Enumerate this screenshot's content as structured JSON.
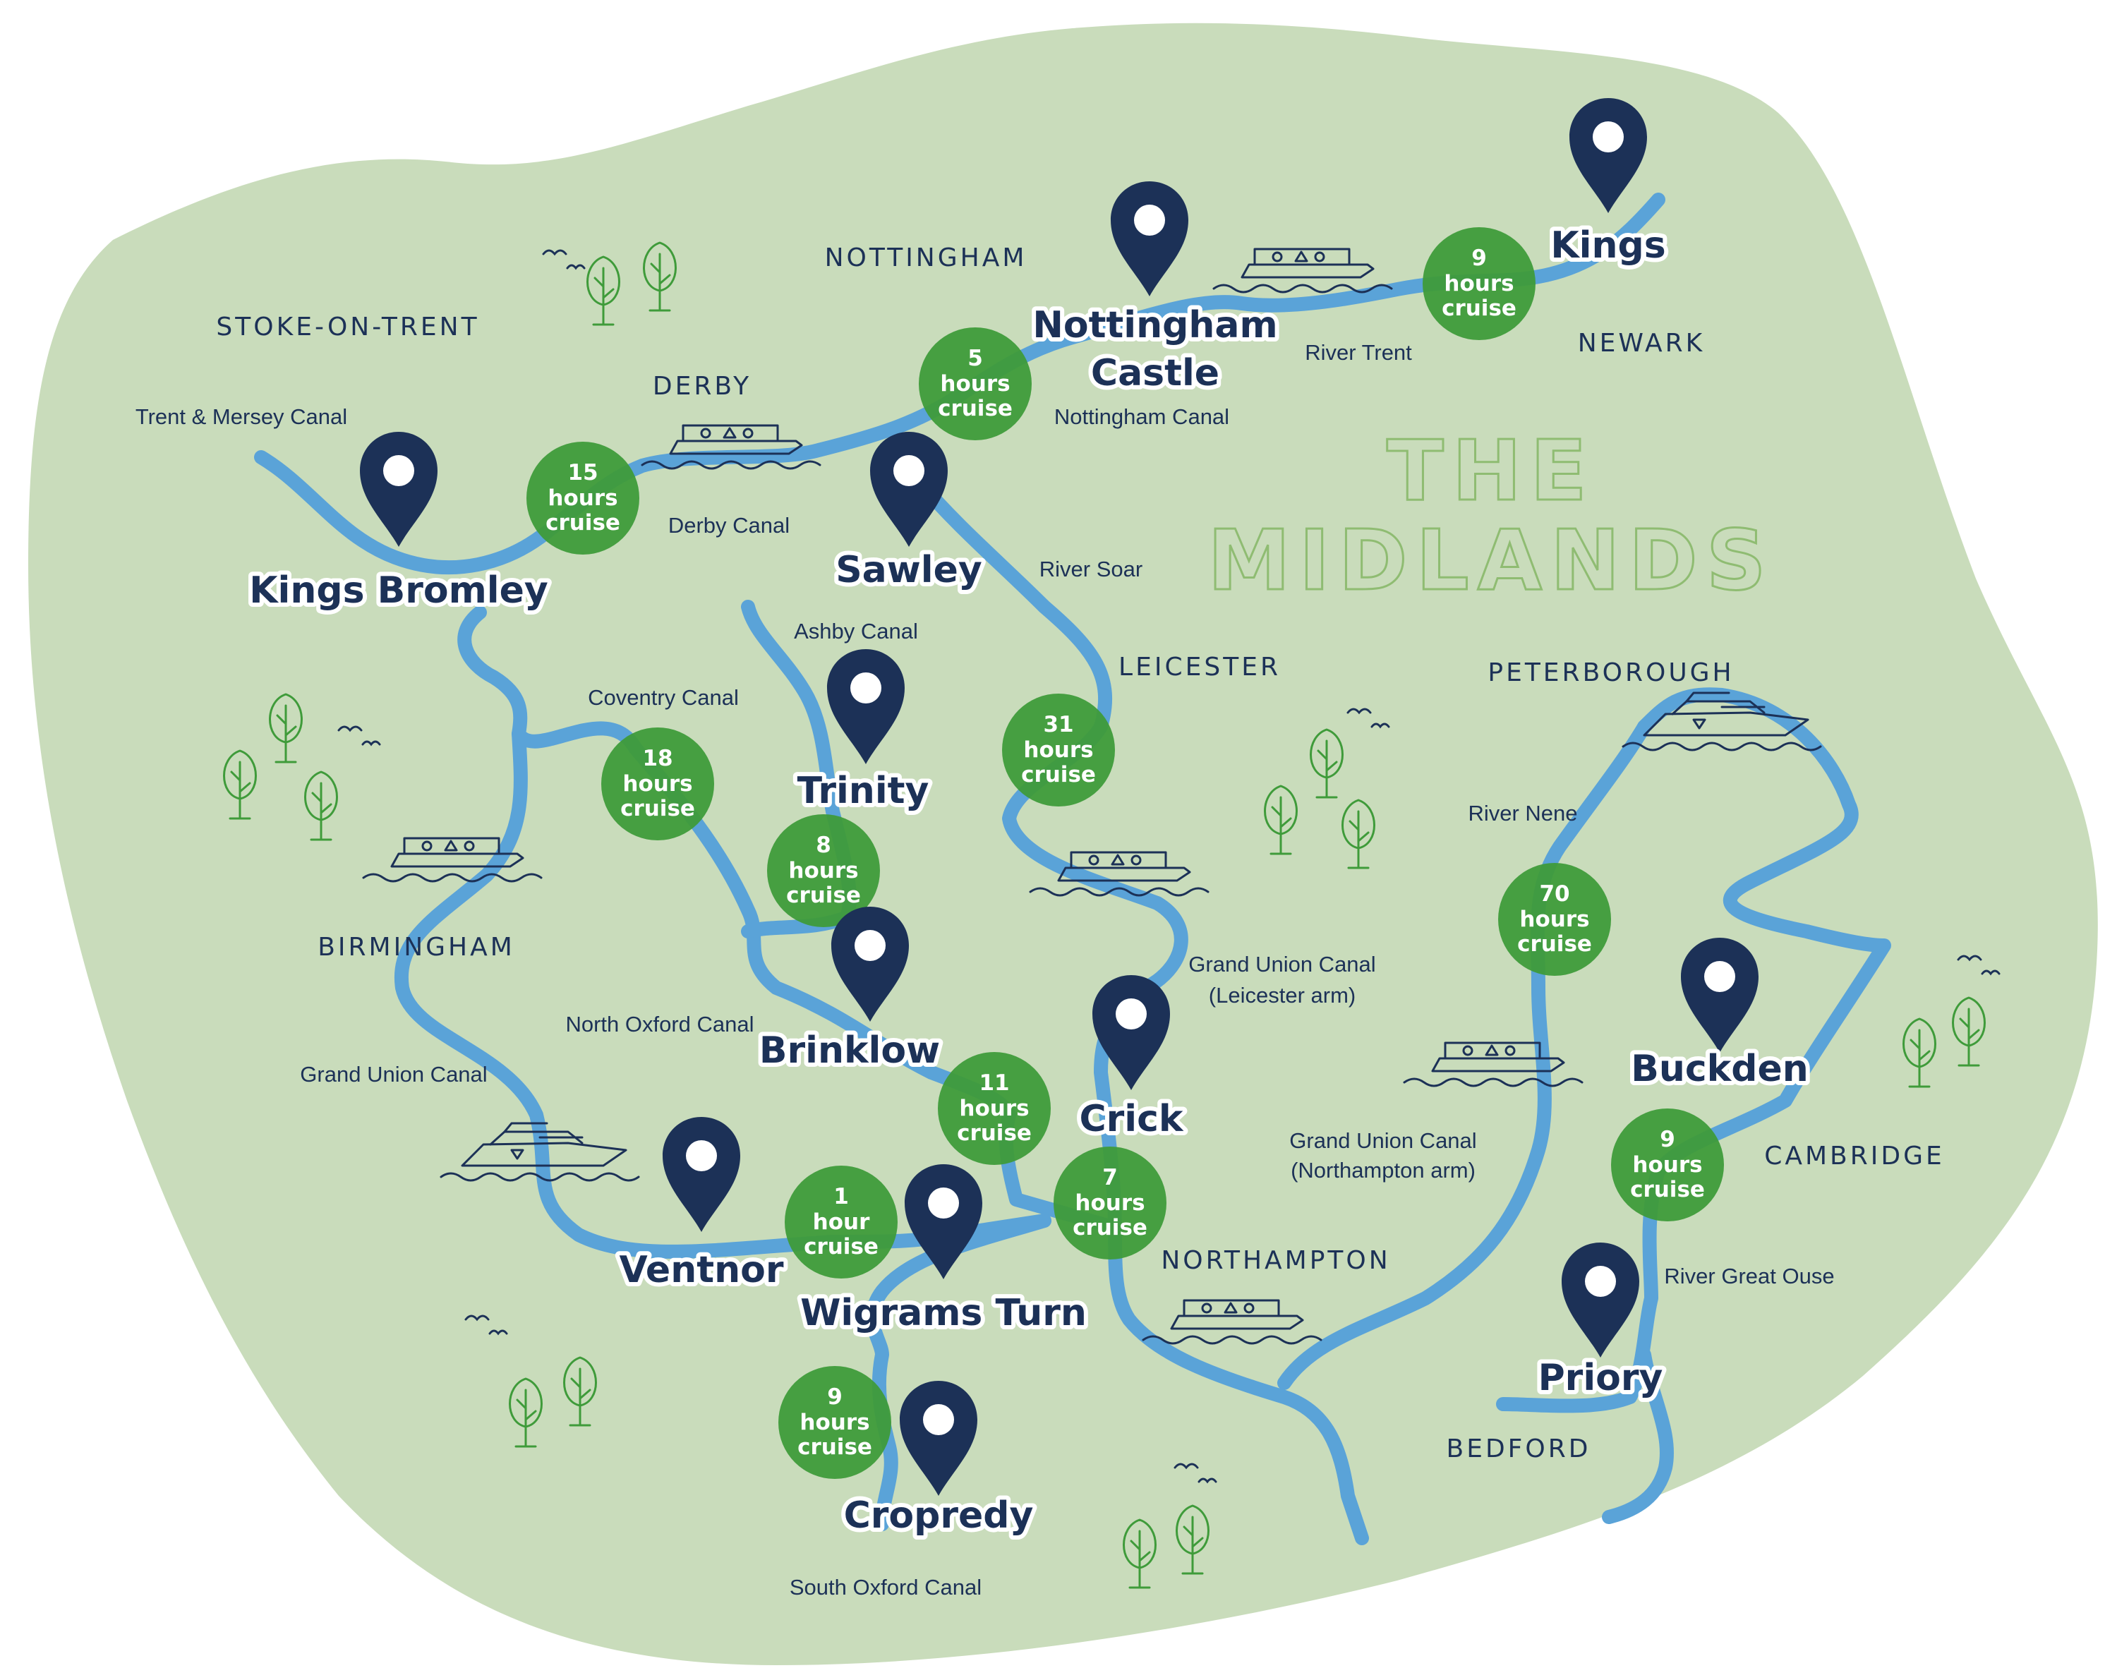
{
  "region_title": {
    "line1": "THE",
    "line2": "MIDLANDS"
  },
  "colors": {
    "land": "#c9dcbb",
    "water_route": "#5aa3d8",
    "badge": "#3f9b3a",
    "marker": "#1c3157",
    "text": "#1c3157"
  },
  "cities": [
    "NOTTINGHAM",
    "STOKE-ON-TRENT",
    "DERBY",
    "NEWARK",
    "LEICESTER",
    "PETERBOROUGH",
    "BIRMINGHAM",
    "CAMBRIDGE",
    "NORTHAMPTON",
    "BEDFORD"
  ],
  "waterways": [
    "Trent & Mersey Canal",
    "Derby Canal",
    "Nottingham Canal",
    "River Trent",
    "River Soar",
    "Ashby Canal",
    "Coventry Canal",
    "River Nene",
    "Grand Union Canal",
    "(Leicester arm)",
    "North Oxford Canal",
    "Grand Union Canal",
    "Grand Union Canal",
    "(Northampton arm)",
    "River Great Ouse",
    "South Oxford Canal"
  ],
  "marinas": [
    {
      "name": "Kings",
      "icon": "map-pin-icon"
    },
    {
      "name": "Nottingham",
      "icon": "map-pin-icon"
    },
    {
      "name": "Castle",
      "icon": "map-pin-icon"
    },
    {
      "name": "Kings Bromley",
      "icon": "map-pin-icon"
    },
    {
      "name": "Sawley",
      "icon": "map-pin-icon"
    },
    {
      "name": "Trinity",
      "icon": "map-pin-icon"
    },
    {
      "name": "Brinklow",
      "icon": "map-pin-icon"
    },
    {
      "name": "Crick",
      "icon": "map-pin-icon"
    },
    {
      "name": "Buckden",
      "icon": "map-pin-icon"
    },
    {
      "name": "Ventnor",
      "icon": "map-pin-icon"
    },
    {
      "name": "Wigrams Turn",
      "icon": "map-pin-icon"
    },
    {
      "name": "Priory",
      "icon": "map-pin-icon"
    },
    {
      "name": "Cropredy",
      "icon": "map-pin-icon"
    }
  ],
  "cruise_times": [
    {
      "value": "9",
      "unit": "hours",
      "word": "cruise"
    },
    {
      "value": "5",
      "unit": "hours",
      "word": "cruise"
    },
    {
      "value": "15",
      "unit": "hours",
      "word": "cruise"
    },
    {
      "value": "31",
      "unit": "hours",
      "word": "cruise"
    },
    {
      "value": "18",
      "unit": "hours",
      "word": "cruise"
    },
    {
      "value": "8",
      "unit": "hours",
      "word": "cruise"
    },
    {
      "value": "70",
      "unit": "hours",
      "word": "cruise"
    },
    {
      "value": "11",
      "unit": "hours",
      "word": "cruise"
    },
    {
      "value": "7",
      "unit": "hours",
      "word": "cruise"
    },
    {
      "value": "1",
      "unit": "hour",
      "word": "cruise"
    },
    {
      "value": "9",
      "unit": "hours",
      "word": "cruise"
    },
    {
      "value": "9",
      "unit": "hours",
      "word": "cruise"
    }
  ]
}
